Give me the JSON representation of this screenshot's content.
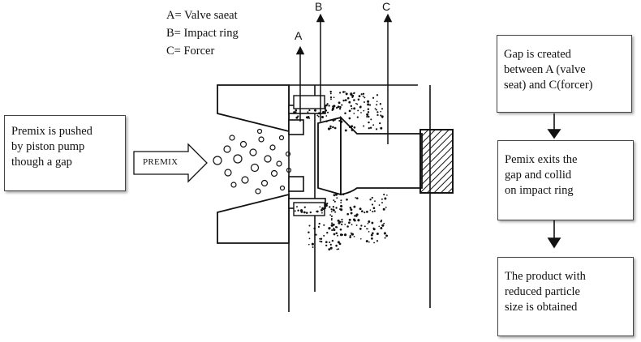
{
  "legend": {
    "a": "A= Valve saeat",
    "b": "B= Impact ring",
    "c": "C= Forcer"
  },
  "markers": {
    "a": "A",
    "b": "B",
    "c": "C"
  },
  "inlet_box": "Premix is pushed\nby piston pump\nthough a gap",
  "inlet_arrow_label": "PREMIX",
  "steps": [
    "Gap is created\nbetween A (valve\nseat) and C(forcer)",
    "Pemix exits the\ngap and collid\non impact ring",
    "The product with\nreduced particle\nsize is obtained"
  ],
  "colors": {
    "line": "#111111",
    "box_border": "#444444",
    "shadow": "#888888"
  }
}
